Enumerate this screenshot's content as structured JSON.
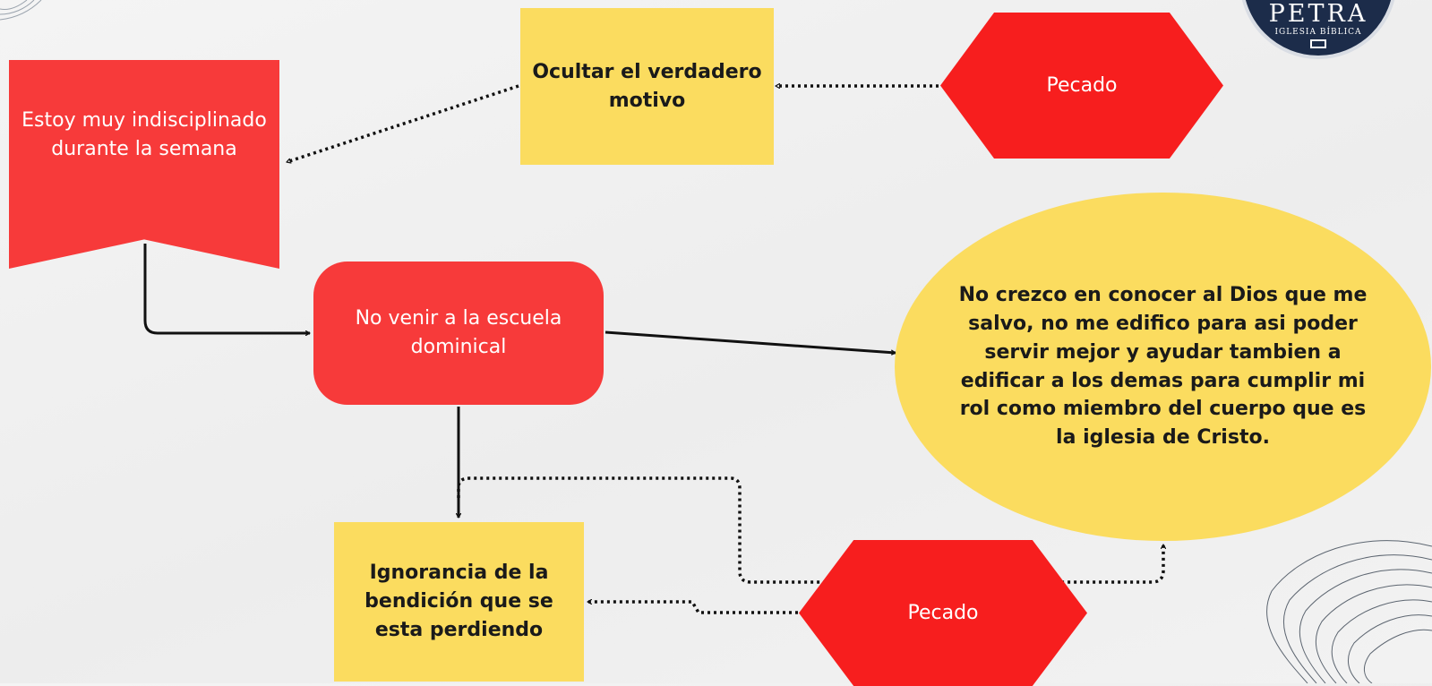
{
  "nodes": {
    "banner": {
      "text": "Estoy muy indisciplinado durante la semana"
    },
    "hide_motive": {
      "text": "Ocultar el verdadero motivo"
    },
    "sin_top": {
      "text": "Pecado"
    },
    "not_attending": {
      "text": "No venir a la escuela dominical"
    },
    "consequence": {
      "text": "No crezco en conocer al Dios que me salvo, no me edifico para asi poder servir mejor y ayudar tambien a edificar a los demas para cumplir mi rol como miembro del cuerpo que es la iglesia de Cristo."
    },
    "ignorance": {
      "text": "Ignorancia de la bendición que se esta perdiendo"
    },
    "sin_bottom": {
      "text": "Pecado"
    }
  },
  "logo": {
    "name": "PETRA",
    "subtitle": "IGLESIA BÍBLICA"
  },
  "colors": {
    "red": "#f73a3a",
    "sin_red": "#f71e1e",
    "yellow": "#fbdc5f",
    "connector": "#111111",
    "logo_navy": "#1c2c4a"
  },
  "icons": [
    "open-book-icon"
  ]
}
